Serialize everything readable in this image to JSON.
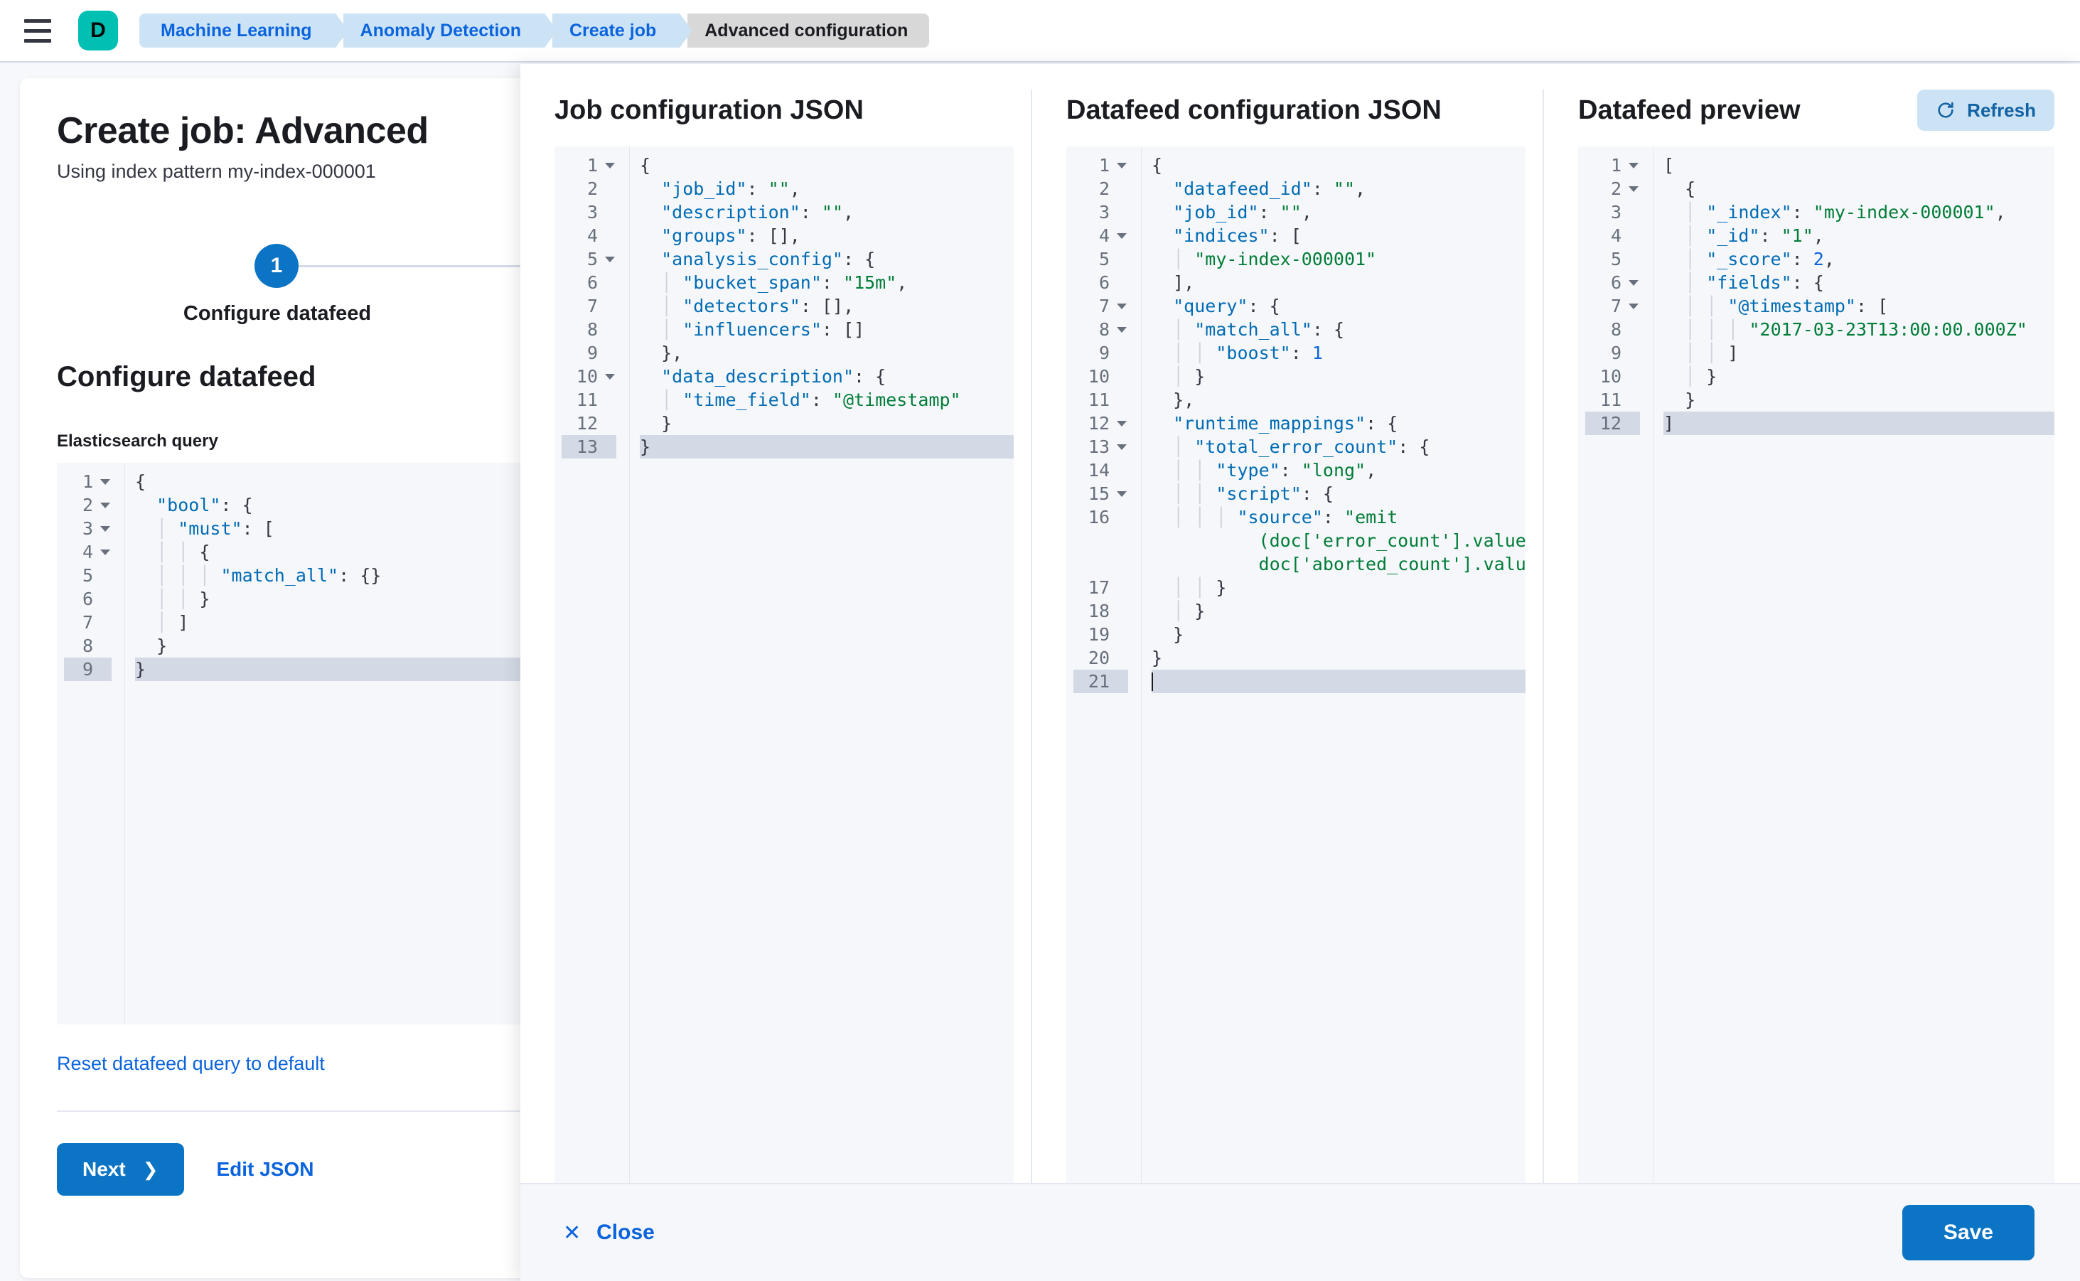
{
  "header": {
    "menu_icon": "hamburger-icon",
    "logo_letter": "D",
    "breadcrumbs": [
      {
        "label": "Machine Learning",
        "active": false
      },
      {
        "label": "Anomaly Detection",
        "active": false
      },
      {
        "label": "Create job",
        "active": false
      },
      {
        "label": "Advanced configuration",
        "active": true
      }
    ]
  },
  "page": {
    "title": "Create job: Advanced",
    "subtitle": "Using index pattern my-index-000001",
    "step_number": "1",
    "step_label": "Configure datafeed",
    "section_title": "Configure datafeed",
    "query_field_label": "Elasticsearch query",
    "reset_link": "Reset datafeed query to default",
    "next_label": "Next",
    "next_chevron": "chevron-right-icon",
    "edit_json_label": "Edit JSON",
    "query_editor": {
      "active_line": 9,
      "lines": [
        {
          "n": 1,
          "fold": true,
          "text": "{"
        },
        {
          "n": 2,
          "fold": true,
          "text": "  \"bool\": {"
        },
        {
          "n": 3,
          "fold": true,
          "text": "    \"must\": ["
        },
        {
          "n": 4,
          "fold": true,
          "text": "      {"
        },
        {
          "n": 5,
          "fold": false,
          "text": "        \"match_all\": {}"
        },
        {
          "n": 6,
          "fold": false,
          "text": "      }"
        },
        {
          "n": 7,
          "fold": false,
          "text": "    ]"
        },
        {
          "n": 8,
          "fold": false,
          "text": "  }"
        },
        {
          "n": 9,
          "fold": false,
          "text": "}"
        }
      ]
    }
  },
  "flyout": {
    "job_config": {
      "title": "Job configuration JSON",
      "active_line": 13,
      "lines": [
        {
          "n": 1,
          "fold": true,
          "text": "{"
        },
        {
          "n": 2,
          "fold": false,
          "text": "  \"job_id\": \"\","
        },
        {
          "n": 3,
          "fold": false,
          "text": "  \"description\": \"\","
        },
        {
          "n": 4,
          "fold": false,
          "text": "  \"groups\": [],"
        },
        {
          "n": 5,
          "fold": true,
          "text": "  \"analysis_config\": {"
        },
        {
          "n": 6,
          "fold": false,
          "text": "    \"bucket_span\": \"15m\","
        },
        {
          "n": 7,
          "fold": false,
          "text": "    \"detectors\": [],"
        },
        {
          "n": 8,
          "fold": false,
          "text": "    \"influencers\": []"
        },
        {
          "n": 9,
          "fold": false,
          "text": "  },"
        },
        {
          "n": 10,
          "fold": true,
          "text": "  \"data_description\": {"
        },
        {
          "n": 11,
          "fold": false,
          "text": "    \"time_field\": \"@timestamp\""
        },
        {
          "n": 12,
          "fold": false,
          "text": "  }"
        },
        {
          "n": 13,
          "fold": false,
          "text": "}"
        }
      ]
    },
    "datafeed_config": {
      "title": "Datafeed configuration JSON",
      "active_line": 21,
      "lines": [
        {
          "n": 1,
          "fold": true,
          "text": "{"
        },
        {
          "n": 2,
          "fold": false,
          "text": "  \"datafeed_id\": \"\","
        },
        {
          "n": 3,
          "fold": false,
          "text": "  \"job_id\": \"\","
        },
        {
          "n": 4,
          "fold": true,
          "text": "  \"indices\": ["
        },
        {
          "n": 5,
          "fold": false,
          "text": "    \"my-index-000001\""
        },
        {
          "n": 6,
          "fold": false,
          "text": "  ],"
        },
        {
          "n": 7,
          "fold": true,
          "text": "  \"query\": {"
        },
        {
          "n": 8,
          "fold": true,
          "text": "    \"match_all\": {"
        },
        {
          "n": 9,
          "fold": false,
          "text": "      \"boost\": 1"
        },
        {
          "n": 10,
          "fold": false,
          "text": "    }"
        },
        {
          "n": 11,
          "fold": false,
          "text": "  },"
        },
        {
          "n": 12,
          "fold": true,
          "text": "  \"runtime_mappings\": {"
        },
        {
          "n": 13,
          "fold": true,
          "text": "    \"total_error_count\": {"
        },
        {
          "n": 14,
          "fold": false,
          "text": "      \"type\": \"long\","
        },
        {
          "n": 15,
          "fold": true,
          "text": "      \"script\": {"
        },
        {
          "n": 16,
          "fold": false,
          "text": "        \"source\": \"emit(doc['error_count'].value + doc['aborted_count'].value)\"",
          "wrap": 3
        },
        {
          "n": 17,
          "fold": false,
          "text": "      }"
        },
        {
          "n": 18,
          "fold": false,
          "text": "    }"
        },
        {
          "n": 19,
          "fold": false,
          "text": "  }"
        },
        {
          "n": 20,
          "fold": false,
          "text": "}"
        },
        {
          "n": 21,
          "fold": false,
          "text": "",
          "caret": true
        }
      ]
    },
    "preview": {
      "title": "Datafeed preview",
      "refresh_label": "Refresh",
      "refresh_icon": "refresh-icon",
      "active_line": 12,
      "lines": [
        {
          "n": 1,
          "fold": true,
          "text": "["
        },
        {
          "n": 2,
          "fold": true,
          "text": "  {"
        },
        {
          "n": 3,
          "fold": false,
          "text": "    \"_index\": \"my-index-000001\","
        },
        {
          "n": 4,
          "fold": false,
          "text": "    \"_id\": \"1\","
        },
        {
          "n": 5,
          "fold": false,
          "text": "    \"_score\": 2,"
        },
        {
          "n": 6,
          "fold": true,
          "text": "    \"fields\": {"
        },
        {
          "n": 7,
          "fold": true,
          "text": "      \"@timestamp\": ["
        },
        {
          "n": 8,
          "fold": false,
          "text": "        \"2017-03-23T13:00:00.000Z\""
        },
        {
          "n": 9,
          "fold": false,
          "text": "      ]"
        },
        {
          "n": 10,
          "fold": false,
          "text": "    }"
        },
        {
          "n": 11,
          "fold": false,
          "text": "  }"
        },
        {
          "n": 12,
          "fold": false,
          "text": "]"
        }
      ]
    },
    "footer": {
      "close_label": "Close",
      "close_icon": "close-icon",
      "save_label": "Save"
    }
  },
  "colors": {
    "accent_blue": "#0B74C4",
    "link_blue": "#0B64DD",
    "logo_teal": "#00BFB3",
    "breadcrumb_bg": "#CCE3F5",
    "breadcrumb_active_bg": "#D8D8D8",
    "editor_bg": "#F5F7FA",
    "active_line_bg": "#D3DAE6",
    "json_key": "#006BB4",
    "json_string": "#017D37"
  }
}
